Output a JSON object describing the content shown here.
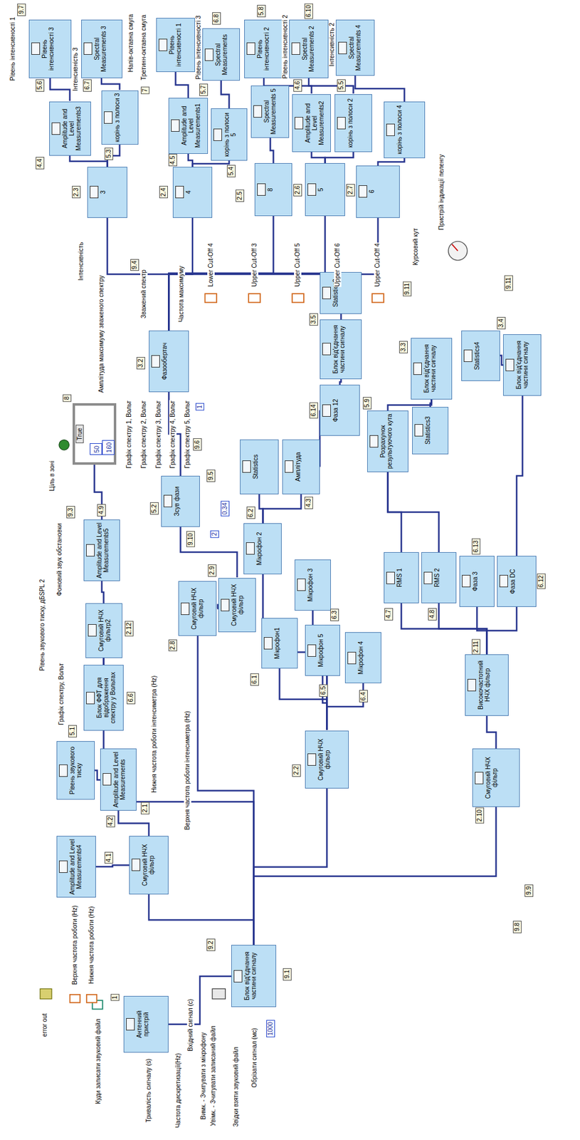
{
  "diagram": {
    "nodes": [
      {
        "text": [
          "Антенний пристрій"
        ]
      },
      {
        "text": [
          "Блок від'єднання частини сигналу"
        ]
      },
      {
        "text": [
          "Amplitude and Level Measurements4"
        ]
      },
      {
        "text": [
          "Смуговий НЧХ фільтр"
        ]
      },
      {
        "text": [
          "Рівень звукового тиску"
        ]
      },
      {
        "text": [
          "Amplitude and Level Measurements"
        ]
      },
      {
        "text": [
          "Блок ФФТ для відображення спектру у Вольтах"
        ]
      },
      {
        "text": [
          "Смуговий НЧХ фільтр2"
        ]
      },
      {
        "text": [
          "Amplitude and Level Measurements5"
        ]
      },
      {
        "text": [
          "Смуговий НЧХ фільтр"
        ]
      },
      {
        "text": [
          "Мікрофон1"
        ]
      },
      {
        "text": [
          "Мікрофон 5"
        ]
      },
      {
        "text": [
          "Мікрофон 4"
        ]
      },
      {
        "text": [
          "Мікрофон 3"
        ]
      },
      {
        "text": [
          "Мікрофон 2"
        ]
      },
      {
        "text": [
          "Смуговий НЧХ фільтр"
        ]
      },
      {
        "text": [
          "Смуговий НЧХ фільтр"
        ]
      },
      {
        "text": [
          "Зсув фази"
        ]
      },
      {
        "text": [
          "Фазообертач"
        ]
      },
      {
        "text": [
          "Statistics"
        ]
      },
      {
        "text": [
          "Амплітуда"
        ]
      },
      {
        "text": [
          "Фаза 12"
        ]
      },
      {
        "text": [
          "Блок від'єднання частини сигналу"
        ]
      },
      {
        "text": [
          "Statistics2"
        ]
      },
      {
        "text": [
          "Розрахунок результуючого кута"
        ]
      },
      {
        "text": [
          "Statistics3"
        ]
      },
      {
        "text": [
          "Блок від'єднання частини сигналу"
        ]
      },
      {
        "text": [
          "Statistics4"
        ]
      },
      {
        "text": [
          "Блок від'єднання частини сигналу"
        ]
      },
      {
        "text": [
          "RMS 1"
        ]
      },
      {
        "text": [
          "RMS 2"
        ]
      },
      {
        "text": [
          "Фаза 3"
        ]
      },
      {
        "text": [
          "Фаза DC"
        ]
      },
      {
        "text": [
          "Високочастотний НЧХ фільтр"
        ]
      },
      {
        "text": [
          "Смуговий НЧХ фільтр"
        ]
      },
      {
        "text": [
          "True"
        ]
      },
      {
        "text": [
          "50"
        ],
        "in": 35
      },
      {
        "text": [
          "160"
        ],
        "in": 35
      },
      {
        "text": [
          "3"
        ]
      },
      {
        "text": [
          "4"
        ]
      },
      {
        "text": [
          "8"
        ]
      },
      {
        "text": [
          "5"
        ]
      },
      {
        "text": [
          "6"
        ]
      },
      {
        "text": [
          "Amplitude and Level Measurements3"
        ]
      },
      {
        "text": [
          "корінь з полоси 3"
        ]
      },
      {
        "text": [
          "Amplitude and Level Measurements1"
        ]
      },
      {
        "text": [
          "корінь з полоси 5"
        ]
      },
      {
        "text": [
          "Spectral Measurements 5"
        ]
      },
      {
        "text": [
          "Amplitude and Level Measurements2"
        ]
      },
      {
        "text": [
          "корінь з полоси 2"
        ]
      },
      {
        "text": [
          "корінь з полоси 4"
        ]
      },
      {
        "text": [
          "Рівень інтенсивності 3"
        ]
      },
      {
        "text": [
          "Spectral Measurements 3"
        ]
      },
      {
        "text": [
          "Рівень інтенсивності 1"
        ]
      },
      {
        "text": [
          "Spectral Measurements"
        ]
      },
      {
        "text": [
          "Рівень інтенсивності 2"
        ]
      },
      {
        "text": [
          "Spectral Measurements 2"
        ]
      },
      {
        "text": [
          "Spectral Measurements 4"
        ]
      }
    ],
    "edges": [
      {
        "from": 0,
        "to": 1,
        "arrow": "none"
      },
      {
        "from": 1,
        "to": 3,
        "arrow": "none"
      },
      {
        "from": 3,
        "to": 2,
        "arrow": "none"
      },
      {
        "from": 3,
        "to": 5,
        "arrow": "none"
      },
      {
        "from": 5,
        "to": 4,
        "arrow": "none"
      },
      {
        "from": 1,
        "to": 7,
        "arrow": "none"
      },
      {
        "from": 7,
        "to": 6,
        "arrow": "none"
      },
      {
        "from": 7,
        "to": 8,
        "arrow": "none"
      },
      {
        "from": 1,
        "to": 9,
        "arrow": "none"
      },
      {
        "from": 9,
        "to": 10,
        "arrow": "none"
      },
      {
        "from": 9,
        "to": 11,
        "arrow": "none"
      },
      {
        "from": 9,
        "to": 12,
        "arrow": "none"
      },
      {
        "from": 9,
        "to": 13,
        "arrow": "none"
      },
      {
        "from": 9,
        "to": 14,
        "arrow": "none"
      },
      {
        "from": 1,
        "to": 15,
        "arrow": "none"
      },
      {
        "from": 15,
        "to": 16,
        "arrow": "none"
      },
      {
        "from": 16,
        "to": 17,
        "arrow": "none"
      },
      {
        "from": 17,
        "to": 18,
        "arrow": "none"
      },
      {
        "from": 14,
        "to": 19,
        "arrow": "none"
      },
      {
        "from": 14,
        "to": 20,
        "arrow": "none"
      },
      {
        "from": 20,
        "to": 21,
        "arrow": "none"
      },
      {
        "from": 1,
        "to": 34,
        "arrow": "none"
      },
      {
        "from": 34,
        "to": 33,
        "arrow": "none"
      },
      {
        "from": 33,
        "to": 29,
        "arrow": "none"
      },
      {
        "from": 33,
        "to": 30,
        "arrow": "none"
      },
      {
        "from": 33,
        "to": 31,
        "arrow": "none"
      },
      {
        "from": 33,
        "to": 32,
        "arrow": "none"
      },
      {
        "from": 29,
        "to": 24,
        "arrow": "none"
      },
      {
        "from": 30,
        "to": 24,
        "arrow": "none"
      },
      {
        "from": 24,
        "to": 26,
        "arrow": "none"
      },
      {
        "from": 26,
        "to": 25,
        "arrow": "none"
      },
      {
        "from": 21,
        "to": 22,
        "arrow": "none"
      },
      {
        "from": 22,
        "to": 23,
        "arrow": "none"
      },
      {
        "from": 32,
        "to": 28,
        "arrow": "none"
      },
      {
        "from": 28,
        "to": 27,
        "arrow": "none"
      },
      {
        "from": 8,
        "to": 35,
        "arrow": "none"
      },
      {
        "from": 18,
        "to": 38,
        "arrow": "none"
      },
      {
        "from": 18,
        "to": 39,
        "arrow": "none"
      },
      {
        "from": 18,
        "to": 40,
        "arrow": "none"
      },
      {
        "from": 18,
        "to": 41,
        "arrow": "none"
      },
      {
        "from": 18,
        "to": 42,
        "arrow": "none"
      },
      {
        "from": 38,
        "to": 43,
        "arrow": "none"
      },
      {
        "from": 38,
        "to": 44,
        "arrow": "none"
      },
      {
        "from": 43,
        "to": 51,
        "arrow": "none"
      },
      {
        "from": 44,
        "to": 52,
        "arrow": "none"
      },
      {
        "from": 39,
        "to": 45,
        "arrow": "none"
      },
      {
        "from": 39,
        "to": 46,
        "arrow": "none"
      },
      {
        "from": 45,
        "to": 53,
        "arrow": "none"
      },
      {
        "from": 46,
        "to": 54,
        "arrow": "none"
      },
      {
        "from": 40,
        "to": 47,
        "arrow": "none"
      },
      {
        "from": 41,
        "to": 48,
        "arrow": "none"
      },
      {
        "from": 41,
        "to": 49,
        "arrow": "none"
      },
      {
        "from": 48,
        "to": 55,
        "arrow": "none"
      },
      {
        "from": 49,
        "to": 56,
        "arrow": "none"
      },
      {
        "from": 42,
        "to": 50,
        "arrow": "none"
      },
      {
        "from": 50,
        "to": 57,
        "arrow": "none"
      }
    ],
    "labels": [
      "1",
      "2.1",
      "4.1",
      "4.2",
      "5.1",
      "6.6",
      "2.12",
      "4.9",
      "9.3",
      "8",
      "9.6",
      "9.4",
      "3.2",
      "9.10",
      "5.2",
      "9.5",
      "2.8",
      "2.9",
      "6.2",
      "6.1",
      "6.3",
      "6.5",
      "6.4",
      "2.2",
      "4.3",
      "6.14",
      "3.5",
      "5.9",
      "3.3",
      "3.4",
      "4.7",
      "4.8",
      "6.13",
      "6.12",
      "2.11",
      "2.10",
      "9.8",
      "9.9",
      "9.11",
      "9.11",
      "9.1",
      "9.2",
      "2.3",
      "4.4",
      "5.3",
      "5.6",
      "6.7",
      "9.7",
      "7",
      "5.7",
      "2.4",
      "4.5",
      "5.4",
      "2.5",
      "2.6",
      "4.6",
      "5.5",
      "2.7",
      "5.8",
      "6.8",
      "6.10",
      "error out",
      "Куди записати звуковий файл",
      "Тривалість сигналу (s)",
      "Частота дискретизації(Hz)",
      "Вхідний сигнал (с)",
      "Вимк. - Зчитувати з мікрофону",
      "Увімк. - Зчитувати записаний файл",
      "Звідки взяти звуковий файл",
      "Обрізати сигнал (мс)",
      "1000",
      "Верхня частота роботи (Hz)",
      "Нижня частота роботи (Hz)",
      "Нижня частота роботи інтенсиметра (Hz)",
      "Верхня частота роботи інтенсиметра (Hz)",
      "Графік спектру, Вольт",
      "Рівень звукового тиску, дБSPL 2",
      "Фоновий звук обстановки",
      "Ціль в зоні",
      "Графік спектру 1, Вольт",
      "Графік спектру 2, Вольт",
      "Графік спектру 3, Вольт",
      "Графік спектру 4, Вольт",
      "Графік спектру 5, Вольт",
      "Амплітуда максимуму зваженого спектру",
      "Зважений спектр",
      "Частота максимуму",
      "2",
      "1",
      "0.34",
      "Інтенсивність",
      "Lower Cut-Off 4",
      "Upper Cut-Off 3",
      "Upper Cut-Off 5",
      "Upper Cut-Off 6",
      "Upper Cut-Off 4",
      "Курсовий кут",
      "Пристрій індикації пеленгу",
      "Рівень інтенсивності 1",
      "Інтенсивність 3",
      "Напів-октавна смуга",
      "Третинн-октавна смуга",
      "Рівень інтенсивності 3",
      "Рівень інтенсивності 2",
      "Інтенсивність 2"
    ]
  }
}
